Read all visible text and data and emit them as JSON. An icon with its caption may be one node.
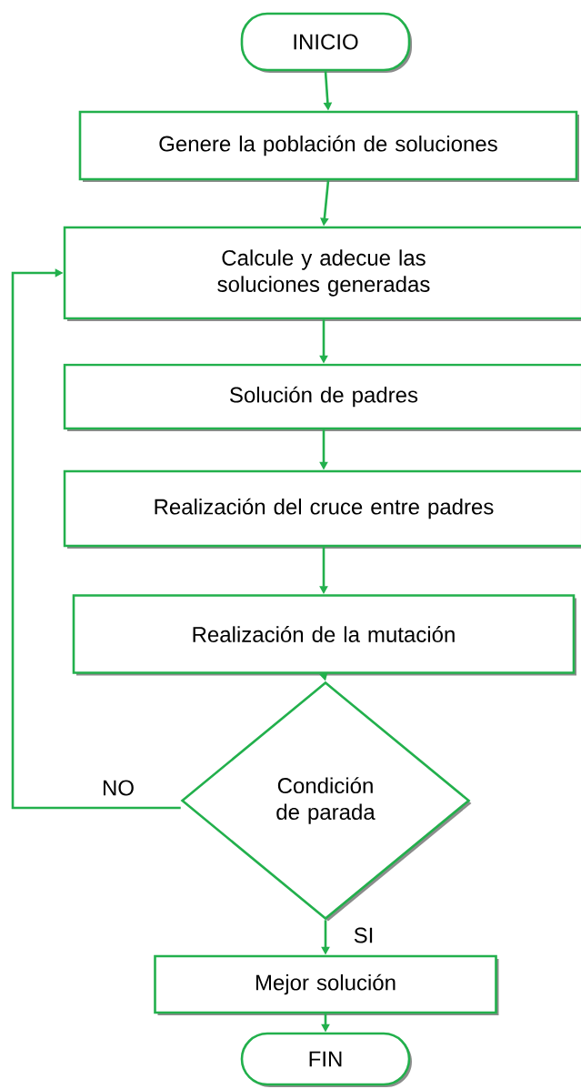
{
  "diagram": {
    "nodes": [
      {
        "text": [
          "INICIO"
        ]
      },
      {
        "text": [
          "Genere la población de soluciones"
        ]
      },
      {
        "text": [
          "Calcule y adecue las soluciones generadas"
        ]
      },
      {
        "text": [
          "Solución de padres"
        ]
      },
      {
        "text": [
          "Realización del cruce entre padres"
        ]
      },
      {
        "text": [
          "Realización de la mutación"
        ]
      },
      {
        "text": [
          "Condición de parada"
        ]
      },
      {
        "text": [
          "Mejor solución"
        ]
      },
      {
        "text": [
          "FIN"
        ]
      }
    ],
    "edges": [
      {
        "from": 0,
        "to": 1,
        "arrow": "to"
      },
      {
        "from": 1,
        "to": 2,
        "arrow": "to"
      },
      {
        "from": 2,
        "to": 3,
        "arrow": "to"
      },
      {
        "from": 3,
        "to": 4,
        "arrow": "to"
      },
      {
        "from": 4,
        "to": 5,
        "arrow": "to"
      },
      {
        "from": 5,
        "to": 6,
        "arrow": "to"
      },
      {
        "from": 6,
        "to": 7,
        "arrow": "to",
        "label": "SI"
      },
      {
        "from": 7,
        "to": 8,
        "arrow": "to"
      },
      {
        "from": 6,
        "to": 2,
        "arrow": "to",
        "label": "NO"
      }
    ]
  }
}
